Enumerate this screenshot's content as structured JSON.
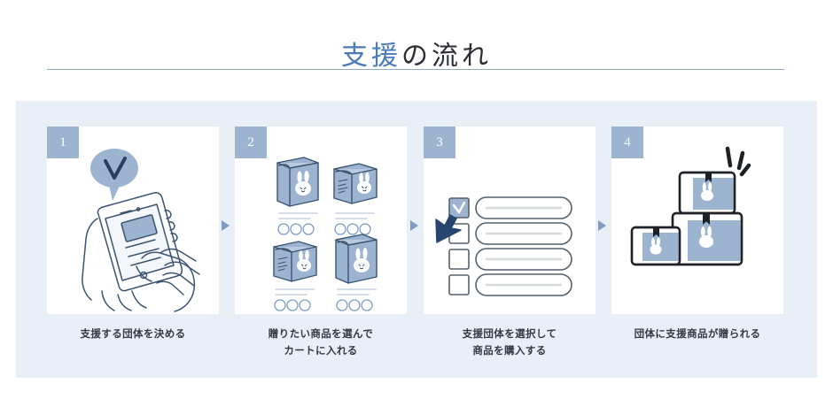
{
  "header": {
    "title_accent": "支援",
    "title_rest": "の流れ",
    "title_full": "支援の流れ"
  },
  "colors": {
    "accent_blue": "#4a7ab8",
    "badge_blue": "#9db4d0",
    "panel_bg": "#e8eff6",
    "card_bg": "#ffffff",
    "rule": "#8fa9c8",
    "art_line": "#3c5472",
    "art_fill": "#9db4d0",
    "caption_text": "#333a42",
    "arrow": "#7d9cc4"
  },
  "flow": {
    "steps": [
      {
        "number": "1",
        "caption_lines": [
          "支援する団体を決める"
        ],
        "art": "phone-check-illustration"
      },
      {
        "number": "2",
        "caption_lines": [
          "贈りたい商品を選んで",
          "カートに入れる"
        ],
        "art": "product-grid-illustration"
      },
      {
        "number": "3",
        "caption_lines": [
          "支援団体を選択して",
          "商品を購入する"
        ],
        "art": "checklist-cursor-illustration"
      },
      {
        "number": "4",
        "caption_lines": [
          "団体に支援商品が贈られる"
        ],
        "art": "stacked-boxes-illustration"
      }
    ],
    "connectors": [
      "arrow-right-icon",
      "arrow-right-icon",
      "arrow-right-icon"
    ]
  }
}
